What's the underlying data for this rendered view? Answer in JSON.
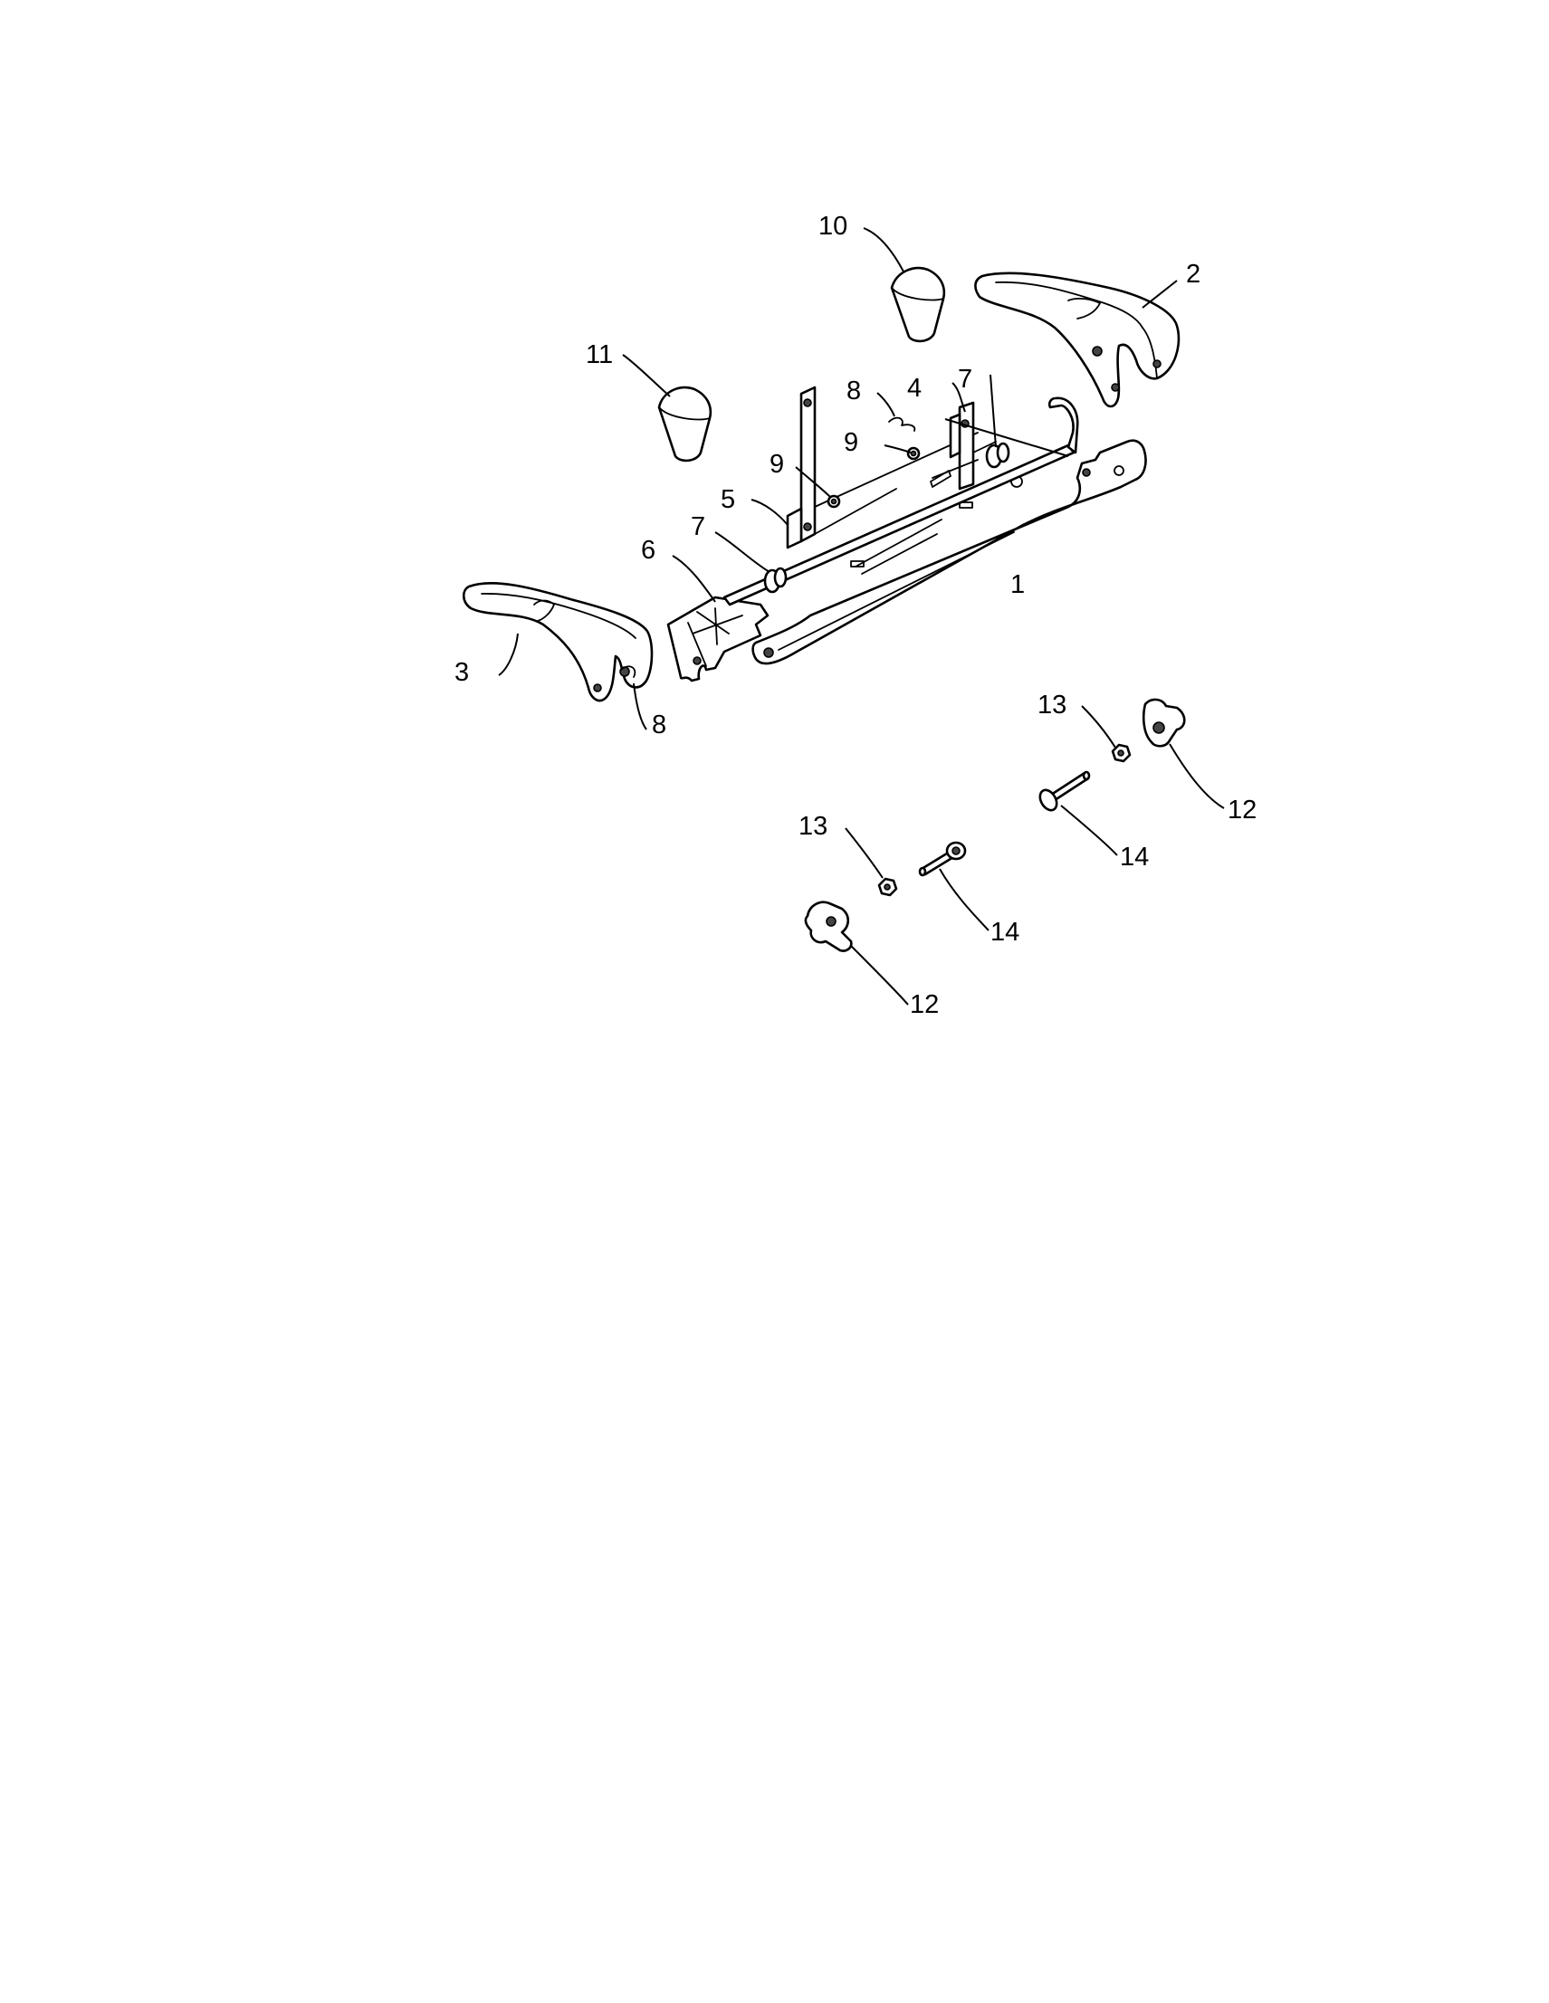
{
  "callouts": {
    "c1": "1",
    "c2": "2",
    "c3": "3",
    "c4": "4",
    "c5": "5",
    "c6": "6",
    "c7a": "7",
    "c7b": "7",
    "c8a": "8",
    "c8b": "8",
    "c9a": "9",
    "c9b": "9",
    "c10": "10",
    "c11": "11",
    "c12a": "12",
    "c12b": "12",
    "c13a": "13",
    "c13b": "13",
    "c14a": "14",
    "c14b": "14"
  }
}
